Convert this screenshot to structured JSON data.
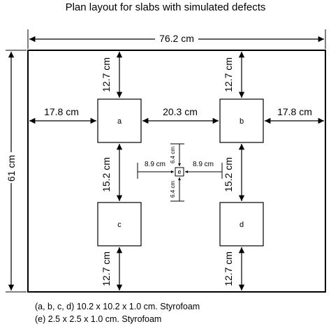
{
  "title": "Plan layout for slabs with simulated defects",
  "dimensions": {
    "overall_width": "76.2 cm",
    "overall_height": "61 cm",
    "top_a": "12.7 cm",
    "top_b": "12.7 cm",
    "left_a": "17.8 cm",
    "a_to_b": "20.3 cm",
    "right_b": "17.8 cm",
    "a_to_c": "15.2 cm",
    "b_to_d": "15.2 cm",
    "c_bottom": "12.7 cm",
    "d_bottom": "12.7 cm",
    "e_left": "8.9 cm",
    "e_right": "8.9 cm",
    "e_top": "6.4 cm",
    "e_bottom": "6.4 cm"
  },
  "defects": {
    "a": "a",
    "b": "b",
    "c": "c",
    "d": "d",
    "e": "e"
  },
  "legend": {
    "line1": "(a, b, c, d) 10.2 x 10.2 x 1.0 cm. Styrofoam",
    "line2": "(e) 2.5 x 2.5 x 1.0 cm.  Styrofoam"
  }
}
